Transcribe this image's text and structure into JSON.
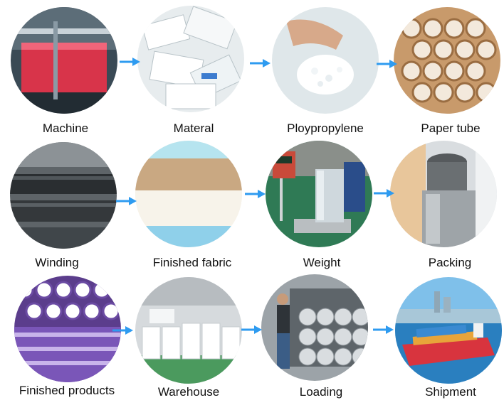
{
  "steps": [
    {
      "label": "Machine",
      "photo": "machine-photo"
    },
    {
      "label": "Materal",
      "photo": "material-bags-photo"
    },
    {
      "label": "Ploypropylene",
      "photo": "polypropylene-granules-photo"
    },
    {
      "label": "Paper tube",
      "photo": "paper-tubes-photo"
    },
    {
      "label": "Winding",
      "photo": "winding-rollers-photo"
    },
    {
      "label": "Finished fabric",
      "photo": "fabric-stack-photo"
    },
    {
      "label": "Weight",
      "photo": "weighing-scale-photo"
    },
    {
      "label": "Packing",
      "photo": "packed-rolls-photo"
    },
    {
      "label": "Finished products",
      "photo": "purple-rolls-photo"
    },
    {
      "label": "Warehouse",
      "photo": "warehouse-photo"
    },
    {
      "label": "Loading",
      "photo": "container-loading-photo"
    },
    {
      "label": "Shipment",
      "photo": "cargo-ship-photo"
    }
  ],
  "colors": {
    "arrow": "#2e9bf0",
    "label_text": "#111111",
    "background": "#ffffff"
  }
}
